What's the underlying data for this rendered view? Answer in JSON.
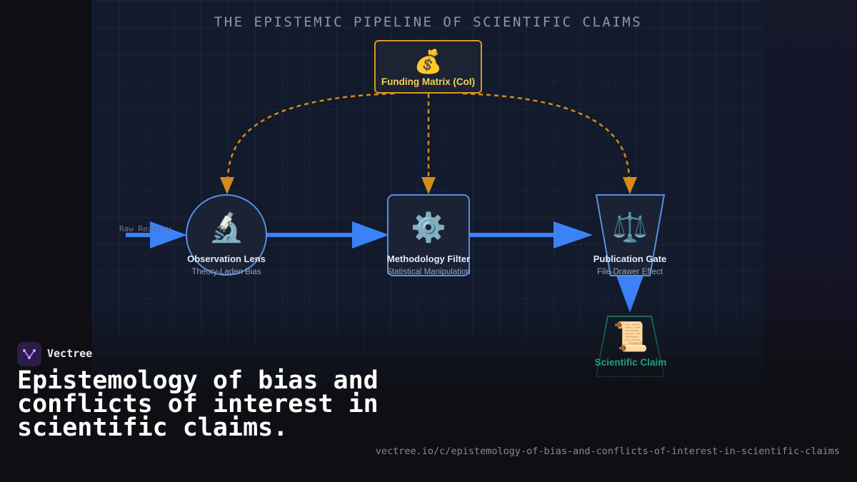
{
  "diagram": {
    "title": "THE EPISTEMIC PIPELINE OF SCIENTIFIC CLAIMS",
    "input_label": "Raw Reality",
    "funding": {
      "icon": "💰",
      "icon_name": "money-bag-icon",
      "label": "Funding Matrix (CoI)"
    },
    "nodes": [
      {
        "icon": "🔬",
        "icon_name": "microscope-icon",
        "label": "Observation Lens",
        "sub": "Theory-Laden Bias"
      },
      {
        "icon": "⚙️",
        "icon_name": "gear-icon",
        "label": "Methodology Filter",
        "sub": "Statistical Manipulation"
      },
      {
        "icon": "⚖️",
        "icon_name": "scales-icon",
        "label": "Publication Gate",
        "sub": "File-Drawer Effect"
      }
    ],
    "output": {
      "icon": "📜",
      "icon_name": "scroll-icon",
      "label": "Scientific Claim"
    }
  },
  "colors": {
    "flow_arrow": "#3b82f6",
    "influence_arrow": "#d68a1a",
    "funding_border": "#d99a22",
    "claim_accent": "#1f9f7a"
  },
  "brand": {
    "name": "Vectree"
  },
  "headline": "Epistemology of bias and conflicts of interest in scientific claims.",
  "url": "vectree.io/c/epistemology-of-bias-and-conflicts-of-interest-in-scientific-claims"
}
